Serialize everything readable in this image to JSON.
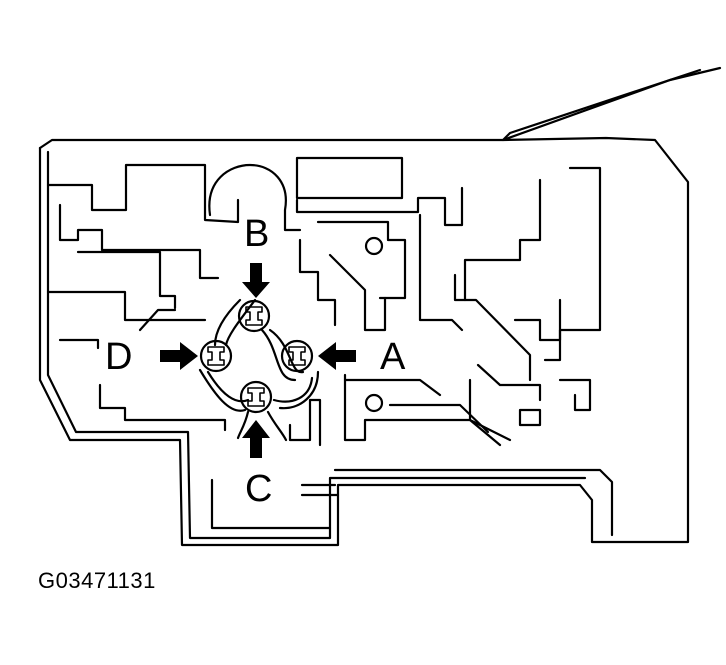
{
  "labels": {
    "a": "A",
    "b": "B",
    "c": "C",
    "d": "D"
  },
  "figure_id": "G03471131",
  "colors": {
    "line": "#000000",
    "background": "#ffffff"
  }
}
